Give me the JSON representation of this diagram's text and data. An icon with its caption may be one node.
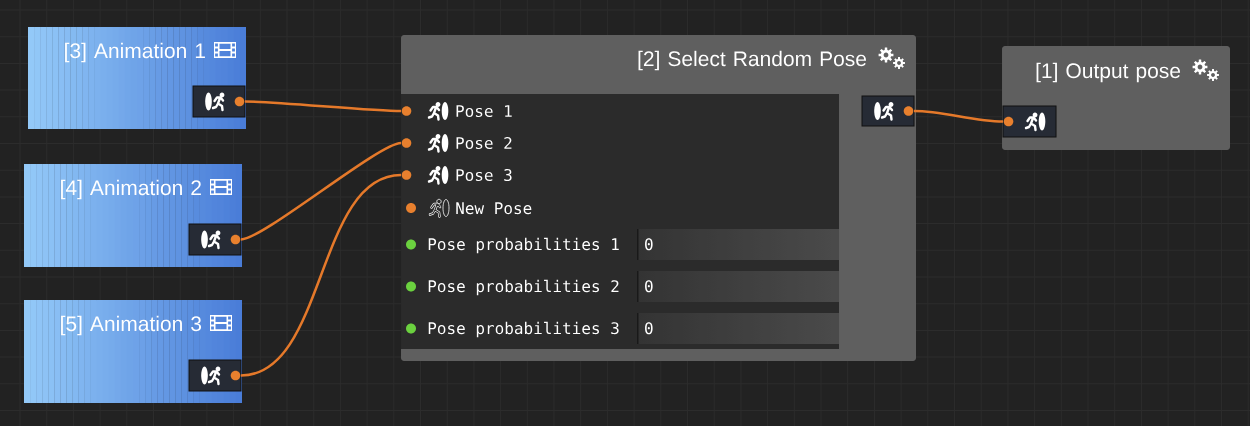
{
  "diagram": {
    "nodes": [
      {
        "text": [
          "[3] Animation 1"
        ]
      },
      {
        "text": [],
        "shape": "box",
        "in": 0
      },
      {
        "text": [
          "[4] Animation 2"
        ]
      },
      {
        "text": [],
        "shape": "box",
        "in": 2
      },
      {
        "text": [
          "[5] Animation 3"
        ]
      },
      {
        "text": [],
        "shape": "box",
        "in": 4
      },
      {
        "text": [
          "[2] Select Random Pose"
        ]
      },
      {
        "text": [
          "Pose 1"
        ],
        "in": 6
      },
      {
        "text": [
          "Pose 2"
        ],
        "in": 6
      },
      {
        "text": [
          "Pose 3"
        ],
        "in": 6
      },
      {
        "text": [
          "0"
        ],
        "beside": [
          "Pose probabilities 1"
        ],
        "in": 6
      },
      {
        "text": [
          "0"
        ],
        "beside": [
          "Pose probabilities 2"
        ],
        "in": 6
      },
      {
        "text": [
          "0"
        ],
        "beside": [
          "Pose probabilities 3"
        ],
        "in": 6
      },
      {
        "text": [],
        "shape": "box",
        "in": 6
      },
      {
        "text": [
          "[1] Output pose"
        ]
      },
      {
        "text": [],
        "shape": "box",
        "in": 14
      }
    ],
    "edges": [
      {
        "from": 1,
        "to": 7,
        "arrow": "none"
      },
      {
        "from": 3,
        "to": 8,
        "arrow": "none"
      },
      {
        "from": 5,
        "to": 9,
        "arrow": "none"
      },
      {
        "from": 13,
        "to": 15,
        "arrow": "none"
      }
    ],
    "labels": [
      "New Pose"
    ]
  }
}
